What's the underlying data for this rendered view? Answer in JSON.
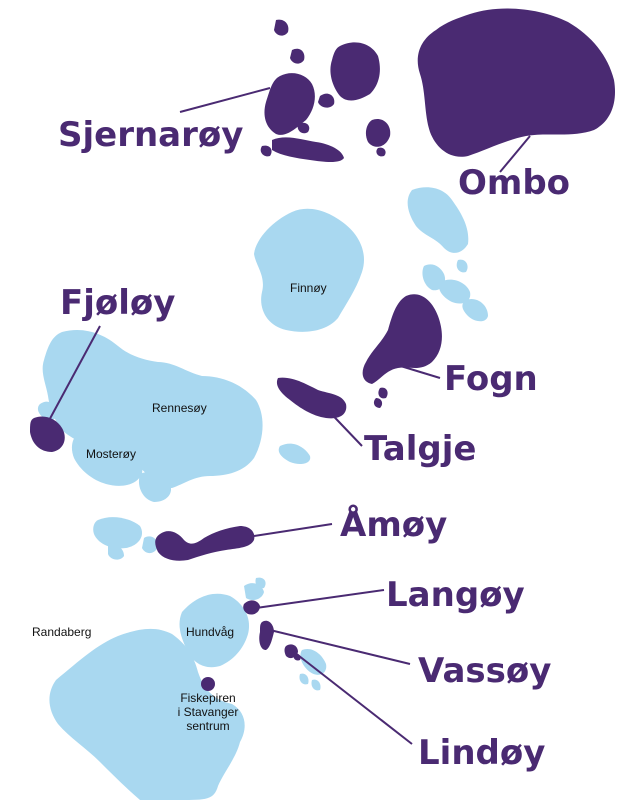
{
  "colors": {
    "water": "#ffffff",
    "land_other": "#a9d8f0",
    "land_highlight": "#4a2a72",
    "label_highlight": "#4a2a72",
    "label_other": "#111111"
  },
  "highlight_labels": {
    "sjernaroy": "Sjernarøy",
    "ombo": "Ombo",
    "fjoloy": "Fjøløy",
    "fogn": "Fogn",
    "talgje": "Talgje",
    "amoy": "Åmøy",
    "langoy": "Langøy",
    "vassoy": "Vassøy",
    "lindoy": "Lindøy"
  },
  "place_labels": {
    "finnoy": "Finnøy",
    "rennesoy": "Rennesøy",
    "mosteroy": "Mosterøy",
    "randaberg": "Randaberg",
    "hundvag": "Hundvåg",
    "fiskepiren_line1": "Fiskepiren",
    "fiskepiren_line2": "i Stavanger",
    "fiskepiren_line3": "sentrum"
  },
  "markers": [
    "fiskepiren-marker"
  ]
}
